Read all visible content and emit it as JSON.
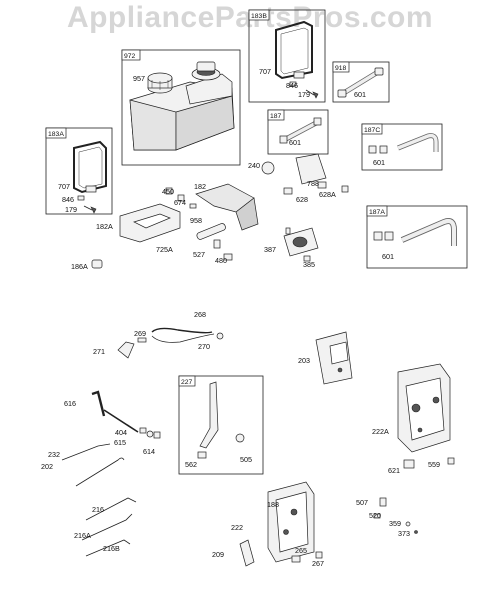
{
  "watermark": "AppliancePartsPros.com",
  "groups": [
    {
      "id": "972"
    },
    {
      "id": "183B"
    },
    {
      "id": "918"
    },
    {
      "id": "187"
    },
    {
      "id": "183A"
    },
    {
      "id": "187C"
    },
    {
      "id": "187A"
    },
    {
      "id": "227"
    }
  ],
  "labels": [
    "957",
    "707",
    "846",
    "179",
    "601",
    "601",
    "707",
    "846",
    "179",
    "240",
    "601",
    "450",
    "674",
    "182",
    "788",
    "628",
    "628A",
    "601",
    "958",
    "182A",
    "725A",
    "527",
    "480",
    "387",
    "385",
    "186A",
    "268",
    "269",
    "271",
    "270",
    "203",
    "616",
    "404",
    "615",
    "614",
    "227",
    "232",
    "202",
    "562",
    "505",
    "222A",
    "621",
    "559",
    "216",
    "216A",
    "216B",
    "188",
    "222",
    "209",
    "265",
    "267",
    "507",
    "520",
    "359",
    "373"
  ]
}
